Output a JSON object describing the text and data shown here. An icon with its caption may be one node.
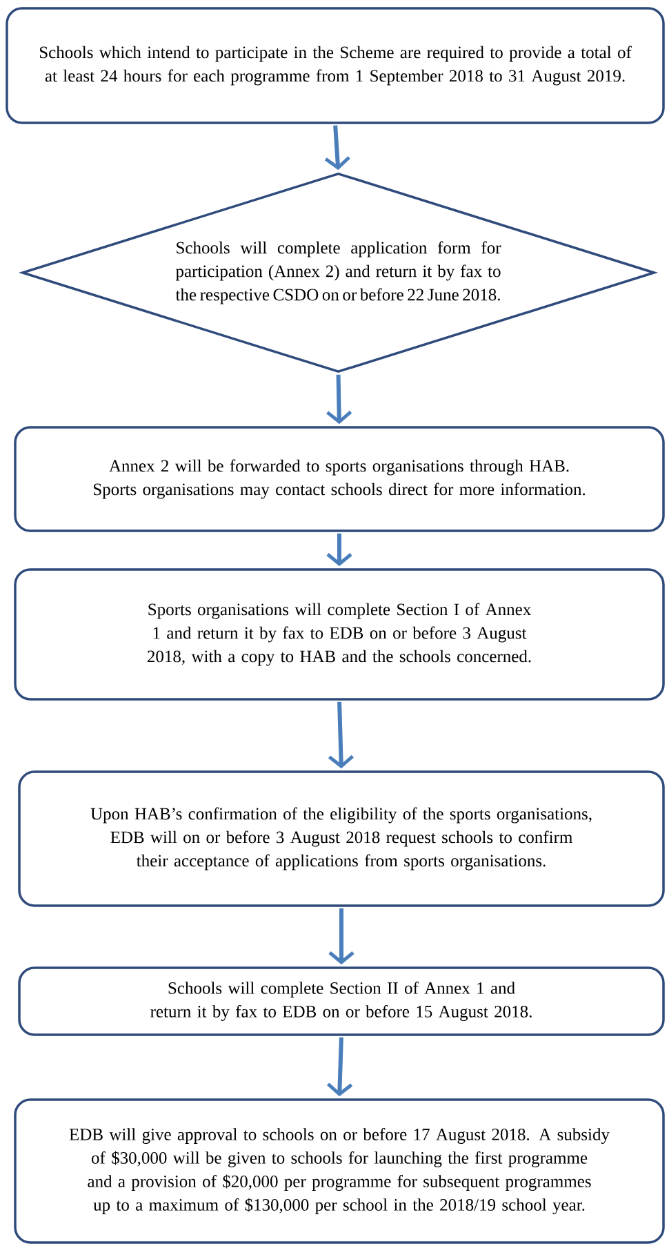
{
  "diagram": {
    "nodes": [
      {
        "text": [
          "Schools which intend to participate in the Scheme are required to provide a total of at least 24 hours for each programme from 1 September 2018 to 31 August 2019."
        ]
      },
      {
        "text": [
          "Schools will complete application form for participation (Annex 2) and return it by fax to the respective CSDO on or before 22 June 2018."
        ]
      },
      {
        "text": [
          "Annex 2 will be forwarded to sports organisations through HAB. Sports organisations may contact schools direct for more information."
        ]
      },
      {
        "text": [
          "Sports organisations will complete Section I of Annex 1 and return it by fax to EDB on or before 3 August 2018, with a copy to HAB and the schools concerned."
        ]
      },
      {
        "text": [
          "Upon HAB’s confirmation of the eligibility of the sports organisations, EDB will on or before 3 August 2018 request schools to confirm their acceptance of applications from sports organisations."
        ]
      },
      {
        "text": [
          "Schools will complete Section II of Annex 1 and return it by fax to EDB on or before 15 August 2018."
        ]
      },
      {
        "text": [
          "EDB will give approval to schools on or before 17 August 2018. A subsidy of $30,000 will be given to schools for launching the first programme and a provision of $20,000 per programme for subsequent programmes up to a maximum of $130,000 per school in the 2018/19 school year."
        ]
      }
    ],
    "edges": [
      {
        "from": 0,
        "to": 1,
        "arrow": "to"
      },
      {
        "from": 1,
        "to": 2,
        "arrow": "to"
      },
      {
        "from": 2,
        "to": 3,
        "arrow": "to"
      },
      {
        "from": 3,
        "to": 4,
        "arrow": "to"
      },
      {
        "from": 4,
        "to": 5,
        "arrow": "to"
      },
      {
        "from": 5,
        "to": 6,
        "arrow": "to"
      }
    ]
  }
}
